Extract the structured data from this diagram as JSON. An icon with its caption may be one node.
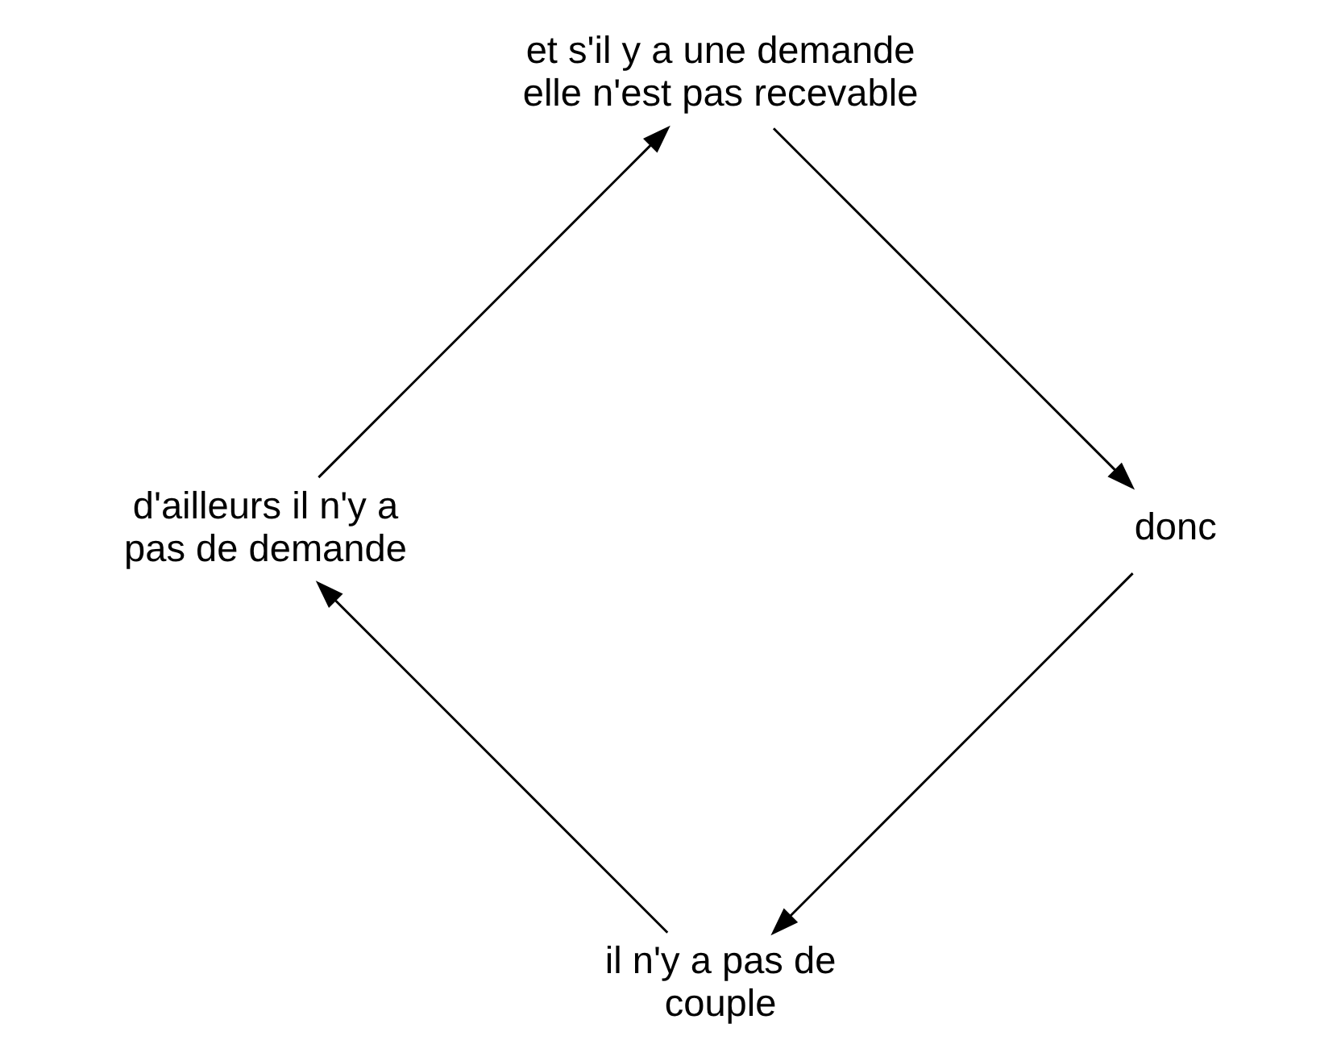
{
  "diagram": {
    "nodes": [
      {
        "text": [
          "il n'y a pas de couple"
        ]
      },
      {
        "text": [
          "d'ailleurs il n'y a pas de demande"
        ]
      },
      {
        "text": [
          "et s'il y a une demande elle n'est pas recevable"
        ]
      },
      {
        "text": [
          "donc"
        ]
      }
    ],
    "edges": [
      {
        "from": 0,
        "to": 1,
        "arrow": "to"
      },
      {
        "from": 1,
        "to": 2,
        "arrow": "to"
      },
      {
        "from": 2,
        "to": 3,
        "arrow": "to"
      },
      {
        "from": 3,
        "to": 0,
        "arrow": "to"
      }
    ]
  }
}
